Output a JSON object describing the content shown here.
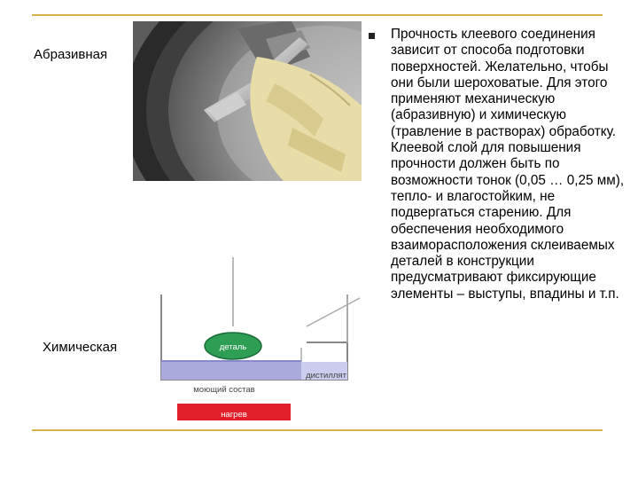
{
  "slide": {
    "labels": {
      "abrasive": "Абразивная",
      "chemical": "Химическая"
    },
    "diagram": {
      "part": "деталь",
      "etchant": "моющий состав",
      "distillate": "дистиллят",
      "heater": "нагрев"
    },
    "paragraph": "Прочность клеевого соединения зависит от способа подготовки поверхностей. Желательно, чтобы они были шероховатые. Для этого применяют механическую (абразивную) и химическую (травление в растворах) обработку. Клеевой слой для повышения прочности должен быть по возможности тонок (0,05 … 0,25 мм), тепло- и влагостойким, не подвергаться старению. Для обеспечения необходимого взаиморасположения склеиваемых деталей в конструкции предусматривают фиксирующие элементы – выступы, впадины и т.п.",
    "colors": {
      "rule": "#d4b44a",
      "part_ellipse": "#2e9e55",
      "heater": "#e3202a",
      "liquid": "#aaaadd"
    }
  }
}
